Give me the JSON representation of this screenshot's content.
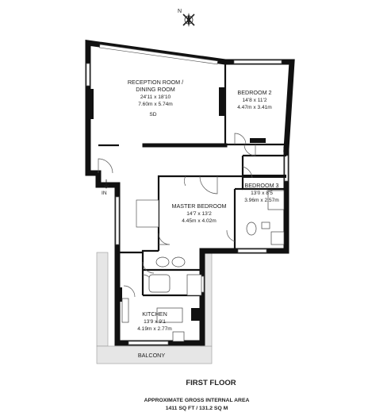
{
  "compass": {
    "north": "N"
  },
  "rooms": {
    "reception": {
      "name1": "RECEPTION ROOM /",
      "name2": "DINING ROOM",
      "imperial": "24'11 x 18'10",
      "metric": "7.60m x 5.74m"
    },
    "bedroom2": {
      "name": "BEDROOM 2",
      "imperial": "14'8 x 11'2",
      "metric": "4.47m x 3.41m"
    },
    "bedroom3": {
      "name": "BEDROOM 3",
      "imperial": "13'0 x 8'5",
      "metric": "3.96m x 2.57m"
    },
    "master": {
      "name": "MASTER BEDROOM",
      "imperial": "14'7 x 13'2",
      "metric": "4.45m x 4.02m"
    },
    "kitchen": {
      "name": "KITCHEN",
      "imperial": "13'9 x 9'1",
      "metric": "4.19m x 2.77m"
    },
    "balcony": {
      "name": "BALCONY"
    }
  },
  "labels": {
    "sd": "SD",
    "entrance": "IN"
  },
  "footer": {
    "floor": "FIRST FLOOR",
    "area_line1": "APPROXIMATE GROSS INTERNAL AREA",
    "area_line2": "1411 SQ FT / 131.2 SQ M"
  }
}
